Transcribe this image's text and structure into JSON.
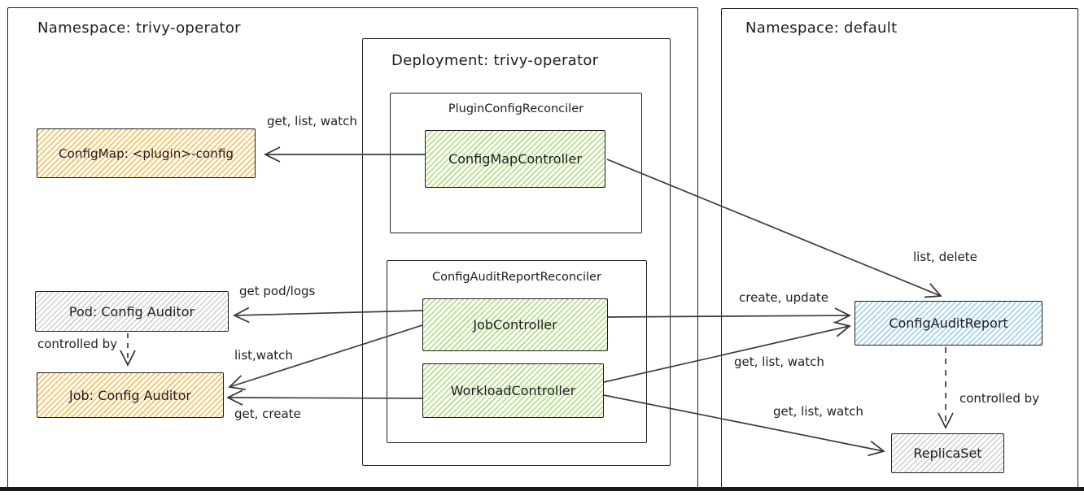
{
  "colors": {
    "stroke": "#1f1f1f",
    "wire": "#3c3c3c",
    "orange": "#f6c465",
    "green": "#b7e089",
    "blue": "#a6d3f2",
    "gray": "#d6d6da"
  },
  "frames": {
    "left_namespace": {
      "title": "Namespace: trivy-operator"
    },
    "deployment": {
      "title": "Deployment: trivy-operator"
    },
    "plugin_reconciler": {
      "title": "PluginConfigReconciler"
    },
    "audit_reconciler": {
      "title": "ConfigAuditReportReconciler"
    },
    "right_namespace": {
      "title": "Namespace: default"
    }
  },
  "nodes": {
    "configmap": {
      "label": "ConfigMap: <plugin>-config",
      "color": "#f6c465"
    },
    "pod": {
      "label": "Pod: Config Auditor",
      "color": "#d6d6da"
    },
    "job": {
      "label": "Job: Config Auditor",
      "color": "#f6c465"
    },
    "configmap_controller": {
      "label": "ConfigMapController",
      "color": "#b7e089"
    },
    "job_controller": {
      "label": "JobController",
      "color": "#b7e089"
    },
    "workload_controller": {
      "label": "WorkloadController",
      "color": "#b7e089"
    },
    "config_audit_report": {
      "label": "ConfigAuditReport",
      "color": "#a6d3f2"
    },
    "replicaset": {
      "label": "ReplicaSet",
      "color": "#d6d6da"
    }
  },
  "edges": {
    "get_list_watch_configmap": {
      "label": "get, list, watch"
    },
    "list_delete": {
      "label": "list, delete"
    },
    "get_pod_logs": {
      "label": "get pod/logs"
    },
    "controlled_by_pod": {
      "label": "controlled by"
    },
    "list_watch": {
      "label": "list,watch"
    },
    "get_create": {
      "label": "get, create"
    },
    "create_update": {
      "label": "create, update"
    },
    "get_list_watch_report": {
      "label": "get, list, watch"
    },
    "get_list_watch_replicaset": {
      "label": "get, list, watch"
    },
    "controlled_by_replicaset": {
      "label": "controlled by"
    }
  }
}
